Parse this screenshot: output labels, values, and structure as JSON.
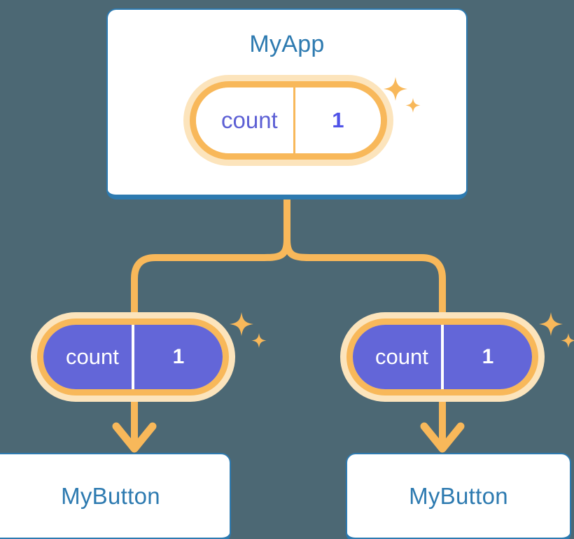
{
  "theme": {
    "background": "#4c6874",
    "card_border": "#2d7ab0",
    "card_fill": "#ffffff",
    "title_text": "#2d7ab0",
    "ring_orange": "#f8b85a",
    "ring_halo": "#fce4bc",
    "pill_purple": "#6366d8",
    "pill_text_light": "#5c5fd4",
    "pill_value_light": "#4f52e8",
    "pill_text_dark": "#ffffff",
    "connector": "#f8b85a"
  },
  "diagram": {
    "type": "component-tree",
    "root": {
      "title": "MyApp",
      "state": {
        "key": "count",
        "value": "1",
        "style": "light"
      },
      "sparkle_icon": "sparkle-icon"
    },
    "children": [
      {
        "side": "left",
        "state": {
          "key": "count",
          "value": "1",
          "style": "dark"
        },
        "sparkle_icon": "sparkle-icon",
        "arrow_icon": "down-arrow-icon",
        "card": {
          "title": "MyButton"
        }
      },
      {
        "side": "right",
        "state": {
          "key": "count",
          "value": "1",
          "style": "dark"
        },
        "sparkle_icon": "sparkle-icon",
        "arrow_icon": "down-arrow-icon",
        "card": {
          "title": "MyButton"
        }
      }
    ]
  }
}
